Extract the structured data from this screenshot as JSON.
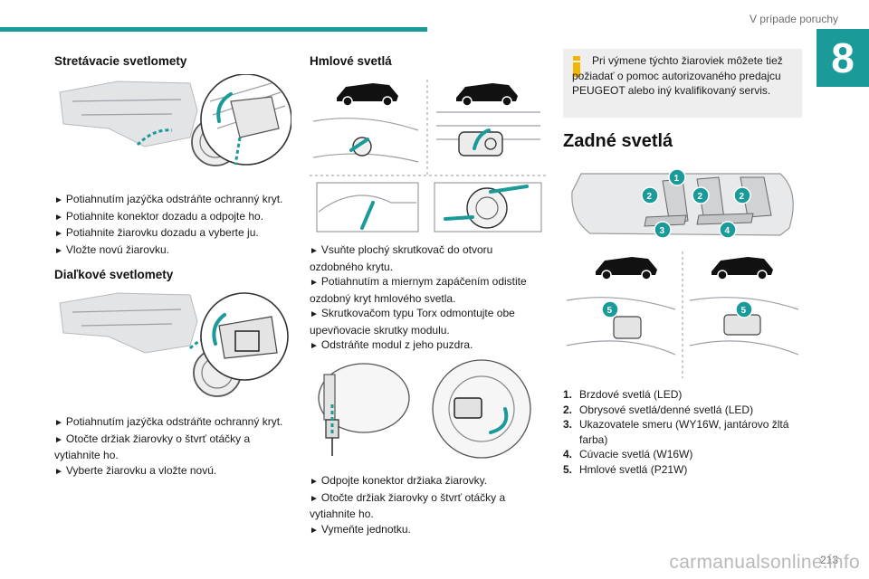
{
  "header": {
    "section": "V prípade poruchy",
    "chapter": "8"
  },
  "col1": {
    "h_low": "Stretávacie svetlomety",
    "low_steps": [
      "Potiahnutím jazýčka odstráňte ochranný kryt.",
      "Potiahnite konektor dozadu a odpojte ho.",
      "Potiahnite žiarovku dozadu a vyberte ju.",
      "Vložte novú žiarovku."
    ],
    "h_high": "Diaľkové svetlomety",
    "high_steps": [
      "Potiahnutím jazýčka odstráňte ochranný kryt.",
      "Otočte držiak žiarovky o štvrť otáčky a vytiahnite ho.",
      "Vyberte žiarovku a vložte novú."
    ]
  },
  "col2": {
    "h_fog": "Hmlové svetlá",
    "fog_steps1": [
      "Vsuňte plochý skrutkovač do otvoru ozdobného krytu.",
      "Potiahnutím a miernym zapáčením odistite ozdobný kryt hmlového svetla.",
      "Skrutkovačom typu Torx odmontujte obe upevňovacie skrutky modulu.",
      "Odstráňte modul z jeho puzdra."
    ],
    "fog_steps2": [
      "Odpojte konektor držiaka žiarovky.",
      "Otočte držiak žiarovky o štvrť otáčky a vytiahnite ho.",
      "Vymeňte jednotku."
    ]
  },
  "col3": {
    "info": "Pri výmene týchto žiaroviek môžete tiež požiadať o pomoc autorizovaného predajcu PEUGEOT alebo iný kvalifikovaný servis.",
    "h_rear": "Zadné svetlá",
    "legend": [
      {
        "num": "1.",
        "text": "Brzdové svetlá (LED)"
      },
      {
        "num": "2.",
        "text": "Obrysové svetlá/denné svetlá (LED)"
      },
      {
        "num": "3.",
        "text": "Ukazovatele smeru (WY16W, jantárovo žltá farba)"
      },
      {
        "num": "4.",
        "text": "Cúvacie svetlá (W16W)"
      },
      {
        "num": "5.",
        "text": "Hmlové svetlá (P21W)"
      }
    ],
    "badges": {
      "b1": "1",
      "b2": "2",
      "b3": "3",
      "b4": "4",
      "b5": "5"
    }
  },
  "footer": {
    "page": "213",
    "watermark": "carmanualsonline.info"
  },
  "colors": {
    "accent": "#1b9a9a",
    "info_icon": "#f2b500"
  }
}
